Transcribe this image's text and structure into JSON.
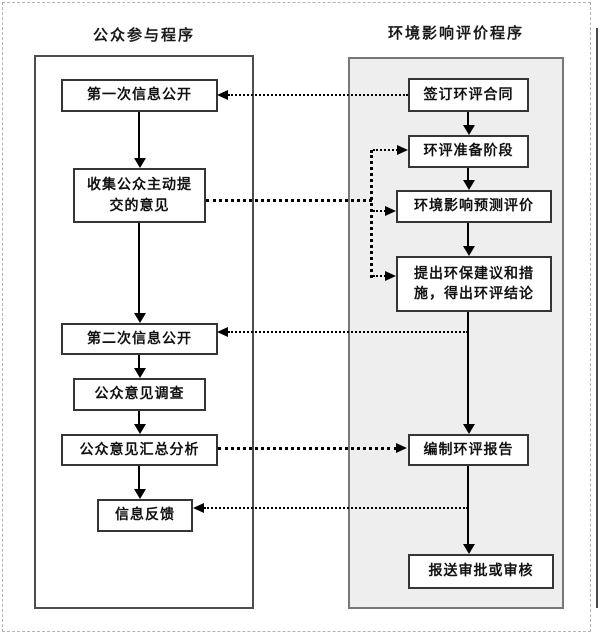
{
  "diagram": {
    "left_column": {
      "title": "公众参与程序",
      "boxes": [
        {
          "label": "第一次信息公开"
        },
        {
          "label": "收集公众主动提交的意见"
        },
        {
          "label": "第二次信息公开"
        },
        {
          "label": "公众意见调查"
        },
        {
          "label": "公众意见汇总分析"
        },
        {
          "label": "信息反馈"
        }
      ]
    },
    "right_column": {
      "title": "环境影响评价程序",
      "boxes": [
        {
          "label": "签订环评合同"
        },
        {
          "label": "环评准备阶段"
        },
        {
          "label": "环境影响预测评价"
        },
        {
          "label": "提出环保建议和措施，得出环评结论"
        },
        {
          "label": "编制环评报告"
        },
        {
          "label": "报送审批或审核"
        }
      ]
    },
    "colors": {
      "right_panel_bg": "#eeeeee",
      "box_border": "#353535",
      "line": "#000000",
      "outer_dashed_border": "#b3b3b3"
    }
  }
}
